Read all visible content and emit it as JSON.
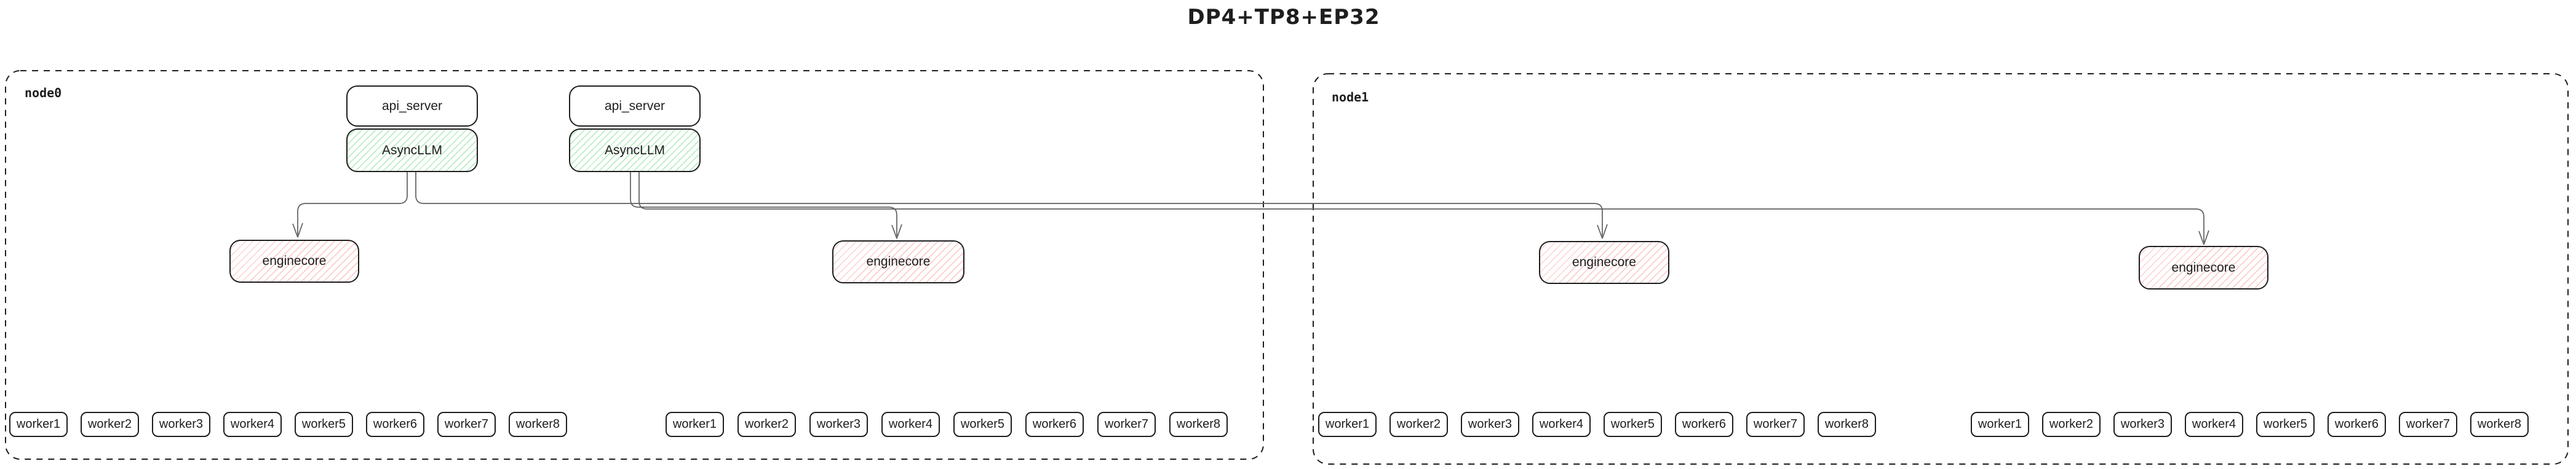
{
  "title": "DP4+TP8+EP32",
  "colors": {
    "ink": "#1e1e1e",
    "connector": "#5f5f5f",
    "green_hatch": "#69db7c",
    "red_hatch": "#ff8787",
    "background": "#ffffff"
  },
  "nodes": [
    {
      "label": "node0",
      "stacks": [
        {
          "api": "api_server",
          "llm": "AsyncLLM"
        },
        {
          "api": "api_server",
          "llm": "AsyncLLM"
        }
      ],
      "enginecores": [
        "enginecore",
        "enginecore"
      ],
      "worker_groups": [
        [
          "worker1",
          "worker2",
          "worker3",
          "worker4",
          "worker5",
          "worker6",
          "worker7",
          "worker8"
        ],
        [
          "worker1",
          "worker2",
          "worker3",
          "worker4",
          "worker5",
          "worker6",
          "worker7",
          "worker8"
        ]
      ]
    },
    {
      "label": "node1",
      "enginecores": [
        "enginecore",
        "enginecore"
      ],
      "worker_groups": [
        [
          "worker1",
          "worker2",
          "worker3",
          "worker4",
          "worker5",
          "worker6",
          "worker7",
          "worker8"
        ],
        [
          "worker1",
          "worker2",
          "worker3",
          "worker4",
          "worker5",
          "worker6",
          "worker7",
          "worker8"
        ]
      ]
    }
  ]
}
